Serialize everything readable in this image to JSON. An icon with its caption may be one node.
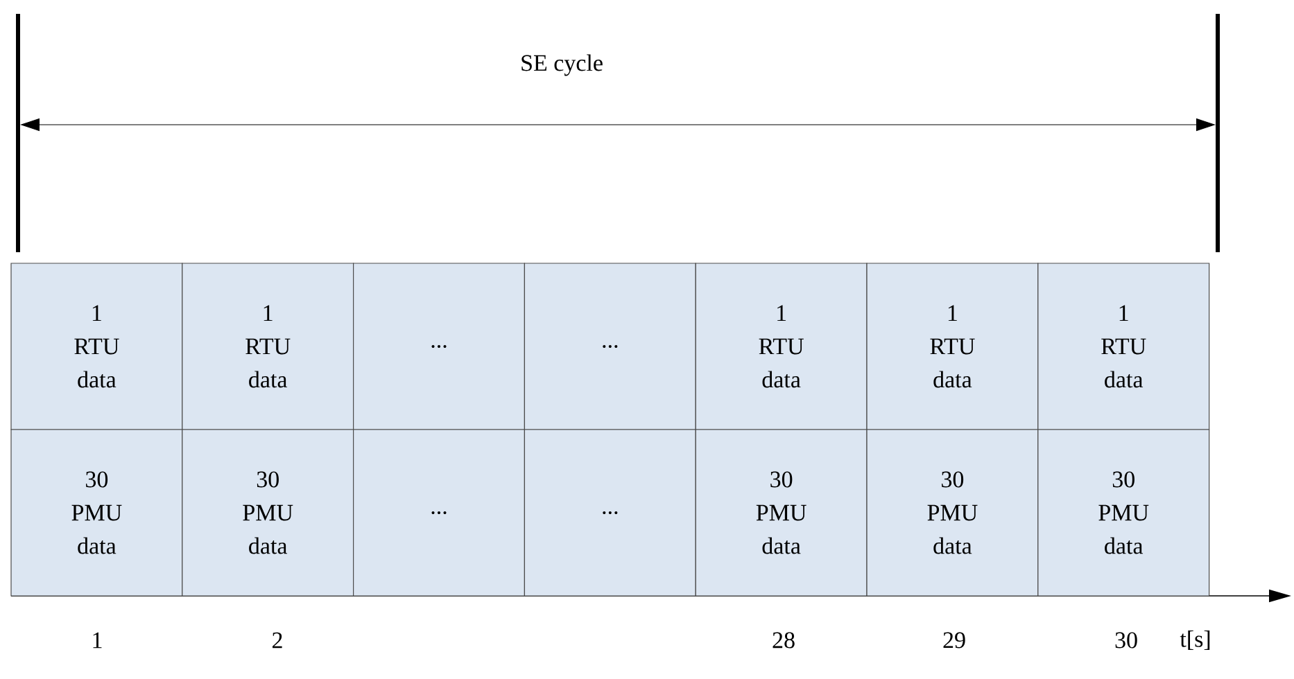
{
  "diagram": {
    "nodes": [
      {
        "text": [
          "1 RTU data"
        ]
      },
      {
        "text": [
          "1 RTU data"
        ]
      },
      {
        "text": [
          "..."
        ]
      },
      {
        "text": [
          "..."
        ]
      },
      {
        "text": [
          "1 RTU data"
        ]
      },
      {
        "text": [
          "1 RTU data"
        ]
      },
      {
        "text": [
          "1 RTU data"
        ]
      },
      {
        "text": [
          "30 PMU data"
        ]
      },
      {
        "text": [
          "30 PMU data"
        ]
      },
      {
        "text": [
          "..."
        ]
      },
      {
        "text": [
          "..."
        ]
      },
      {
        "text": [
          "30 PMU data"
        ]
      },
      {
        "text": [
          "30 PMU data"
        ]
      },
      {
        "text": [
          "30 PMU data"
        ]
      }
    ],
    "edges": [],
    "labels": [
      "SE cycle",
      "1",
      "2",
      "28",
      "29",
      "30",
      "t[s]"
    ]
  }
}
